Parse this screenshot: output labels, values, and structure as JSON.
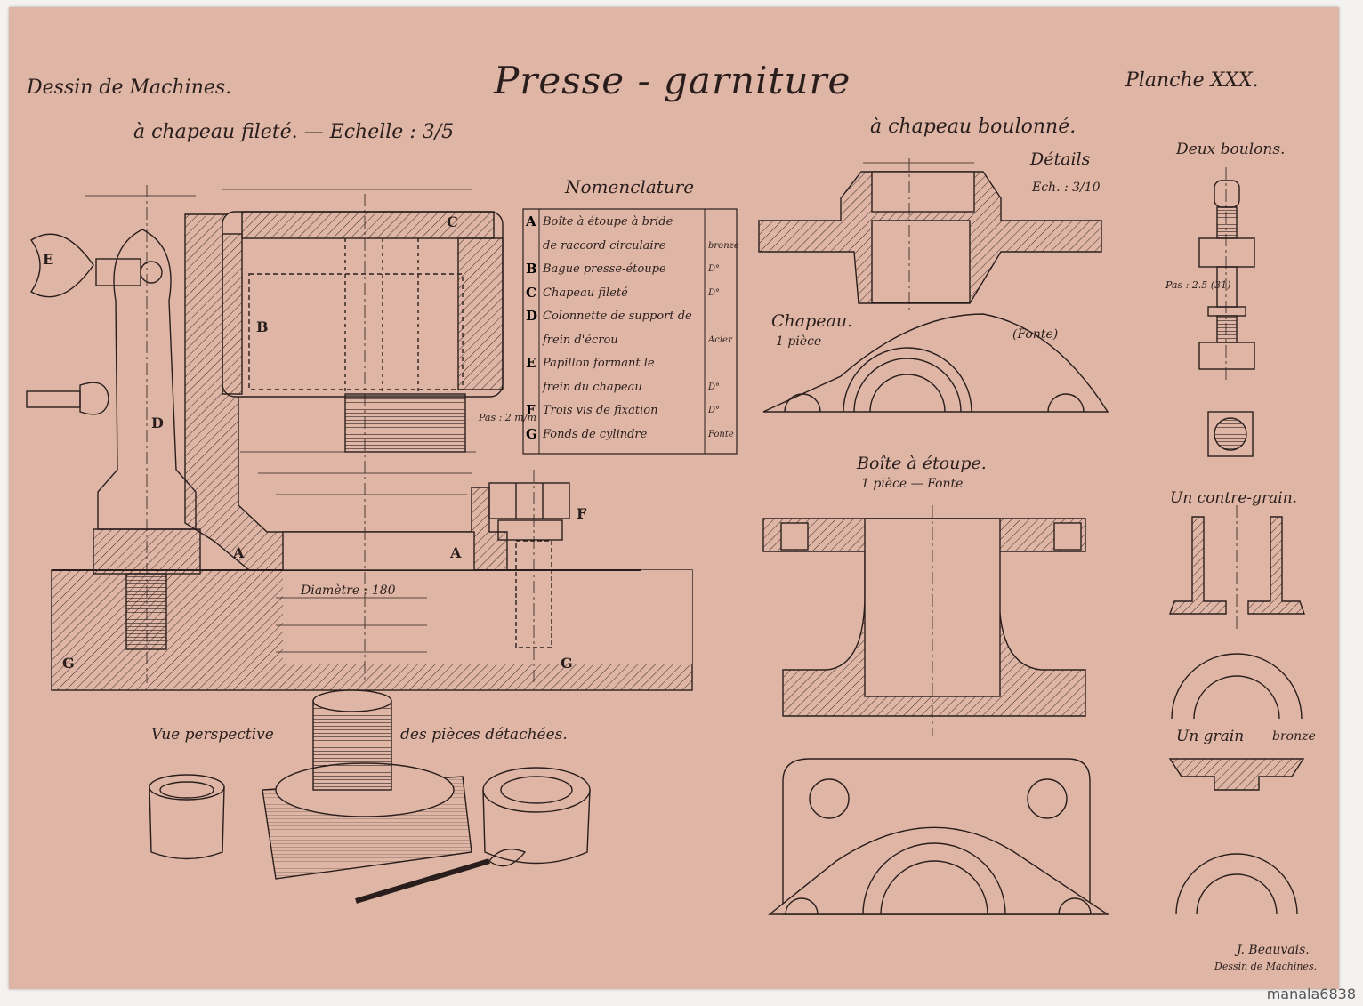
{
  "header": {
    "left": "Dessin de Machines.",
    "title": "Presse - garniture",
    "right": "Planche XXX.",
    "sub_left": "à chapeau fileté. — Echelle : 3/5",
    "sub_right": "à chapeau boulonné."
  },
  "nomenclature": {
    "title": "Nomenclature",
    "rows": [
      {
        "letter": "A",
        "text": "Boîte à étoupe à bride",
        "material": ""
      },
      {
        "letter": "",
        "text": "de raccord circulaire",
        "material": "bronze"
      },
      {
        "letter": "B",
        "text": "Bague presse-étoupe",
        "material": "D°"
      },
      {
        "letter": "C",
        "text": "Chapeau fileté",
        "material": "D°"
      },
      {
        "letter": "D",
        "text": "Colonnette de support de",
        "material": ""
      },
      {
        "letter": "",
        "text": "frein d'écrou",
        "material": "Acier"
      },
      {
        "letter": "E",
        "text": "Papillon formant le",
        "material": ""
      },
      {
        "letter": "",
        "text": "frein du chapeau",
        "material": "D°"
      },
      {
        "letter": "F",
        "text": "Trois vis de fixation",
        "material": "D°"
      },
      {
        "letter": "G",
        "text": "Fonds de cylindre",
        "material": "Fonte"
      }
    ]
  },
  "labels": {
    "details": "Détails",
    "details_scale": "Ech. : 3/10",
    "deux_boulons": "Deux boulons.",
    "chapeau": "Chapeau.",
    "chapeau_piece": "1 pièce",
    "fonte": "(Fonte)",
    "boite": "Boîte à étoupe.",
    "boite_piece": "1 pièce — Fonte",
    "contre_grain": "Un contre-grain.",
    "grain": "Un grain",
    "grain_mat": "bronze",
    "perspective_left": "Vue perspective",
    "perspective_right": "des pièces détachées.",
    "diametre": "Diamètre : 180",
    "pas_2mm": "Pas : 2 m/m",
    "pas_bolt": "Pas : 2.5 (31)",
    "signature": "J. Beauvais.",
    "signature_sub": "Dessin de Machines."
  },
  "watermark": "manala6838",
  "colors": {
    "paper": "#dfb6a6",
    "ink": "#2a1e1c"
  }
}
